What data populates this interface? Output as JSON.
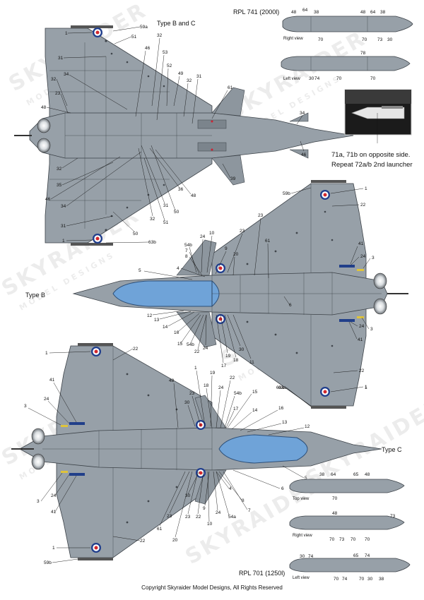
{
  "titles": {
    "type_b_and_c": "Type B and C",
    "rpl741": "RPL 741 (2000l)",
    "type_b": "Type B",
    "type_c": "Type C",
    "rpl701": "RPL 701 (1250l)"
  },
  "photo_caption": [
    "71a, 71b on opposite side.",
    "Repeat 72a/b 2nd launcher"
  ],
  "copyright": "Copyright Skyraider Model Designs, All Rights Reserved",
  "watermark": {
    "brand": "SKYRAIDER",
    "sub": "MODEL DESIGNS"
  },
  "views": {
    "right": "Right view",
    "left": "Left view",
    "top": "Top view"
  },
  "colors": {
    "airframe": "#97a0a8",
    "canopy": "#6fa3d8",
    "roundel_blue": "#1f3d8c",
    "roundel_red": "#d3272b"
  },
  "tank_2000": {
    "right": [
      "48",
      "64",
      "38",
      "48",
      "64",
      "38",
      "70",
      "70",
      "73",
      "30"
    ],
    "left": [
      "78",
      "30",
      "74",
      "70",
      "70"
    ]
  },
  "tank_1250": {
    "top": [
      "38",
      "64",
      "65",
      "48",
      "70"
    ],
    "right": [
      "48",
      "73",
      "70",
      "73",
      "70",
      "70"
    ],
    "left": [
      "65",
      "74",
      "30",
      "74",
      "70",
      "74",
      "70",
      "30",
      "38"
    ]
  },
  "callouts_top": {
    "left": [
      "1",
      "31",
      "32",
      "34",
      "23",
      "48",
      "32",
      "35",
      "46",
      "34",
      "31",
      "1"
    ],
    "right": [
      "59a",
      "51",
      "32",
      "46",
      "53",
      "52",
      "49",
      "31",
      "61",
      "34",
      "46",
      "39",
      "48",
      "36",
      "31",
      "51",
      "50",
      "32",
      "50",
      "63b"
    ]
  },
  "callouts_typeb": {
    "top": [
      "1",
      "59b",
      "22",
      "54b",
      "24",
      "10",
      "7",
      "9",
      "8",
      "23",
      "20",
      "23",
      "61",
      "4",
      "5",
      "41",
      "24",
      "3"
    ],
    "bottom": [
      "12",
      "13",
      "14",
      "16",
      "15",
      "54b",
      "24",
      "22",
      "17",
      "19",
      "30",
      "18",
      "11",
      "6",
      "3",
      "24",
      "41",
      "22",
      "1",
      "63a"
    ]
  },
  "callouts_bottom": {
    "top": [
      "1",
      "22",
      "41",
      "24",
      "3",
      "48",
      "30",
      "23",
      "1",
      "19",
      "18",
      "24",
      "22",
      "54b",
      "15",
      "17",
      "14",
      "16",
      "13",
      "12"
    ],
    "bottom": [
      "63a",
      "1",
      "5",
      "6",
      "3",
      "24",
      "41",
      "7",
      "4",
      "8",
      "54a",
      "24",
      "9",
      "10",
      "22",
      "30",
      "23",
      "20",
      "61",
      "23",
      "22",
      "1",
      "59b"
    ]
  }
}
